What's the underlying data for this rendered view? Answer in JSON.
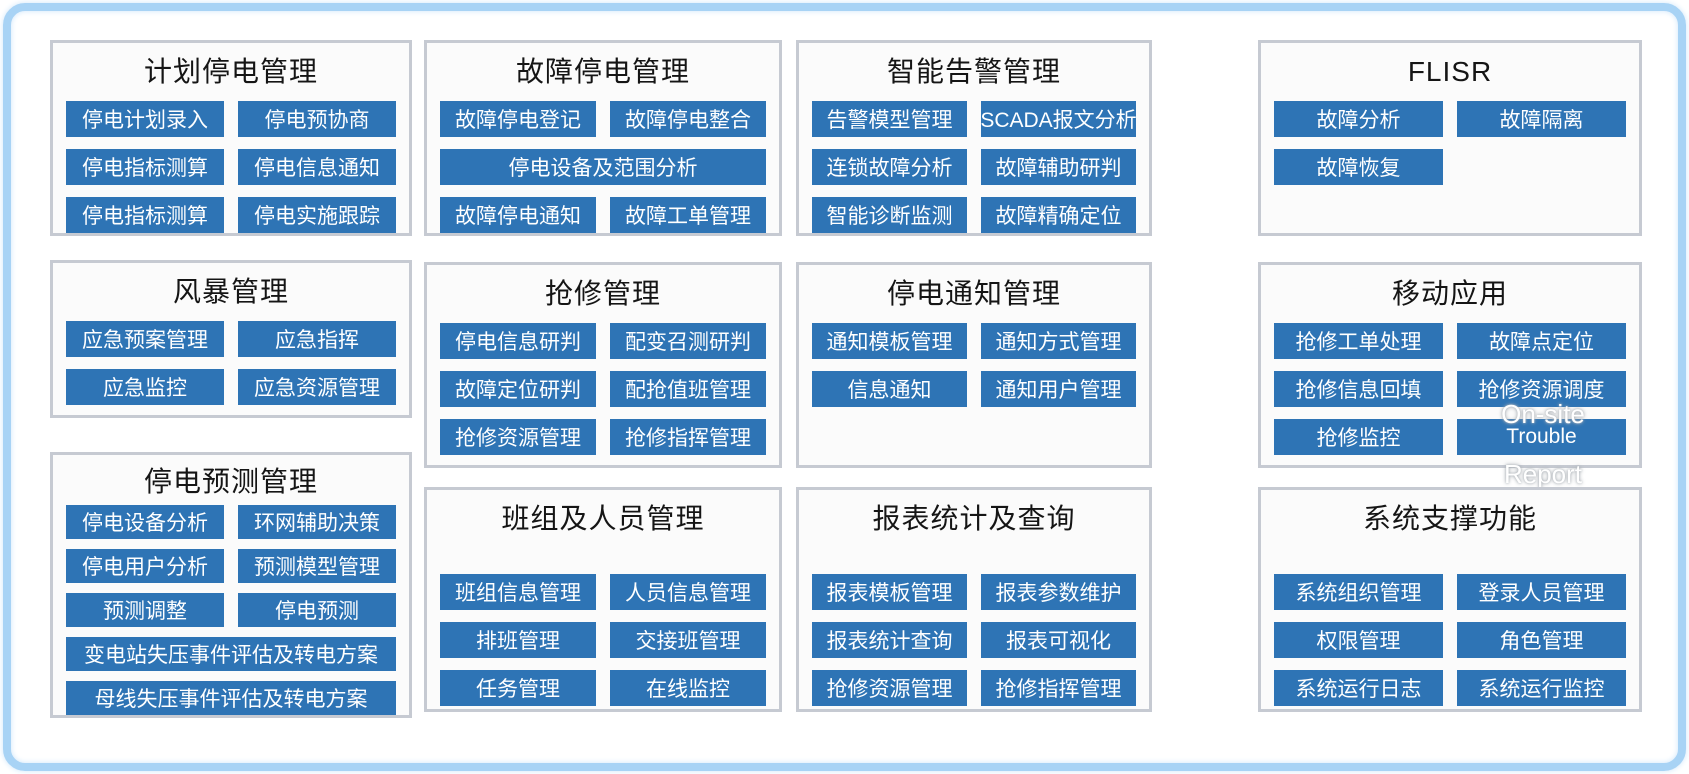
{
  "colors": {
    "frame_accent": "#a8d3f5",
    "button_bg": "#2e74b5",
    "button_text": "#ffffff",
    "panel_border": "#c6cad2",
    "panel_bg": "#fbfbfb"
  },
  "panels": [
    {
      "title": "计划停电管理",
      "buttons": [
        {
          "label": "停电计划录入"
        },
        {
          "label": "停电预协商"
        },
        {
          "label": "停电指标测算"
        },
        {
          "label": "停电信息通知"
        },
        {
          "label": "停电指标测算"
        },
        {
          "label": "停电实施跟踪"
        }
      ]
    },
    {
      "title": "故障停电管理",
      "buttons": [
        {
          "label": "故障停电登记"
        },
        {
          "label": "故障停电整合"
        },
        {
          "label": "停电设备及范围分析"
        },
        {
          "label": "故障停电通知"
        },
        {
          "label": "故障工单管理"
        }
      ]
    },
    {
      "title": "智能告警管理",
      "buttons": [
        {
          "label": "告警模型管理"
        },
        {
          "label": "SCADA报文分析"
        },
        {
          "label": "连锁故障分析"
        },
        {
          "label": "故障辅助研判"
        },
        {
          "label": "智能诊断监测"
        },
        {
          "label": "故障精确定位"
        }
      ]
    },
    {
      "title": "FLISR",
      "buttons": [
        {
          "label": "故障分析"
        },
        {
          "label": "故障隔离"
        },
        {
          "label": "故障恢复"
        }
      ]
    },
    {
      "title": "风暴管理",
      "buttons": [
        {
          "label": "应急预案管理"
        },
        {
          "label": "应急指挥"
        },
        {
          "label": "应急监控"
        },
        {
          "label": "应急资源管理"
        }
      ]
    },
    {
      "title": "抢修管理",
      "buttons": [
        {
          "label": "停电信息研判"
        },
        {
          "label": "配变召测研判"
        },
        {
          "label": "故障定位研判"
        },
        {
          "label": "配抢值班管理"
        },
        {
          "label": "抢修资源管理"
        },
        {
          "label": "抢修指挥管理"
        }
      ]
    },
    {
      "title": "停电通知管理",
      "buttons": [
        {
          "label": "通知模板管理"
        },
        {
          "label": "通知方式管理"
        },
        {
          "label": "信息通知"
        },
        {
          "label": "通知用户管理"
        }
      ]
    },
    {
      "title": "移动应用",
      "buttons": [
        {
          "label": "抢修工单处理"
        },
        {
          "label": "故障点定位"
        },
        {
          "label": "抢修信息回填"
        },
        {
          "label": "抢修资源调度"
        },
        {
          "label": "抢修监控"
        },
        {
          "label": "Trouble"
        }
      ]
    },
    {
      "title": "停电预测管理",
      "buttons": [
        {
          "label": "停电设备分析"
        },
        {
          "label": "环网辅助决策"
        },
        {
          "label": "停电用户分析"
        },
        {
          "label": "预测模型管理"
        },
        {
          "label": "预测调整"
        },
        {
          "label": "停电预测"
        },
        {
          "label": "变电站失压事件评估及转电方案"
        },
        {
          "label": "母线失压事件评估及转电方案"
        }
      ]
    },
    {
      "title": "班组及人员管理",
      "buttons": [
        {
          "label": "班组信息管理"
        },
        {
          "label": "人员信息管理"
        },
        {
          "label": "排班管理"
        },
        {
          "label": "交接班管理"
        },
        {
          "label": "任务管理"
        },
        {
          "label": "在线监控"
        }
      ]
    },
    {
      "title": "报表统计及查询",
      "buttons": [
        {
          "label": "报表模板管理"
        },
        {
          "label": "报表参数维护"
        },
        {
          "label": "报表统计查询"
        },
        {
          "label": "报表可视化"
        },
        {
          "label": "抢修资源管理"
        },
        {
          "label": "抢修指挥管理"
        }
      ]
    },
    {
      "title": "系统支撑功能",
      "buttons": [
        {
          "label": "系统组织管理"
        },
        {
          "label": "登录人员管理"
        },
        {
          "label": "权限管理"
        },
        {
          "label": "角色管理"
        },
        {
          "label": "系统运行日志"
        },
        {
          "label": "系统运行监控"
        }
      ]
    }
  ],
  "overlay": {
    "on_site": "On-site",
    "report": "Report"
  }
}
